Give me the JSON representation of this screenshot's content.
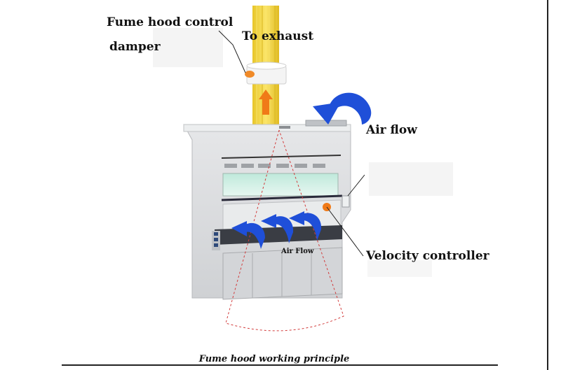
{
  "labels": {
    "damper_line1": "Fume hood control",
    "damper_line2": "damper",
    "exhaust": "To exhaust",
    "air_flow": "Air flow",
    "velocity_controller": "Velocity controller",
    "inner_air_flow": "Air  Flow"
  },
  "caption": "Fume hood working principle",
  "colors": {
    "duct": "#f2d43a",
    "arrow_orange": "#f07a18",
    "airflow_blue": "#1f4fd8",
    "cabinet": "#d8d9db",
    "glass": "#cfeee4",
    "outline_red": "#d23c3c"
  },
  "icons": {
    "flow_arrow": "curved-arrow-icon",
    "exhaust_arrow": "up-arrow-icon"
  }
}
